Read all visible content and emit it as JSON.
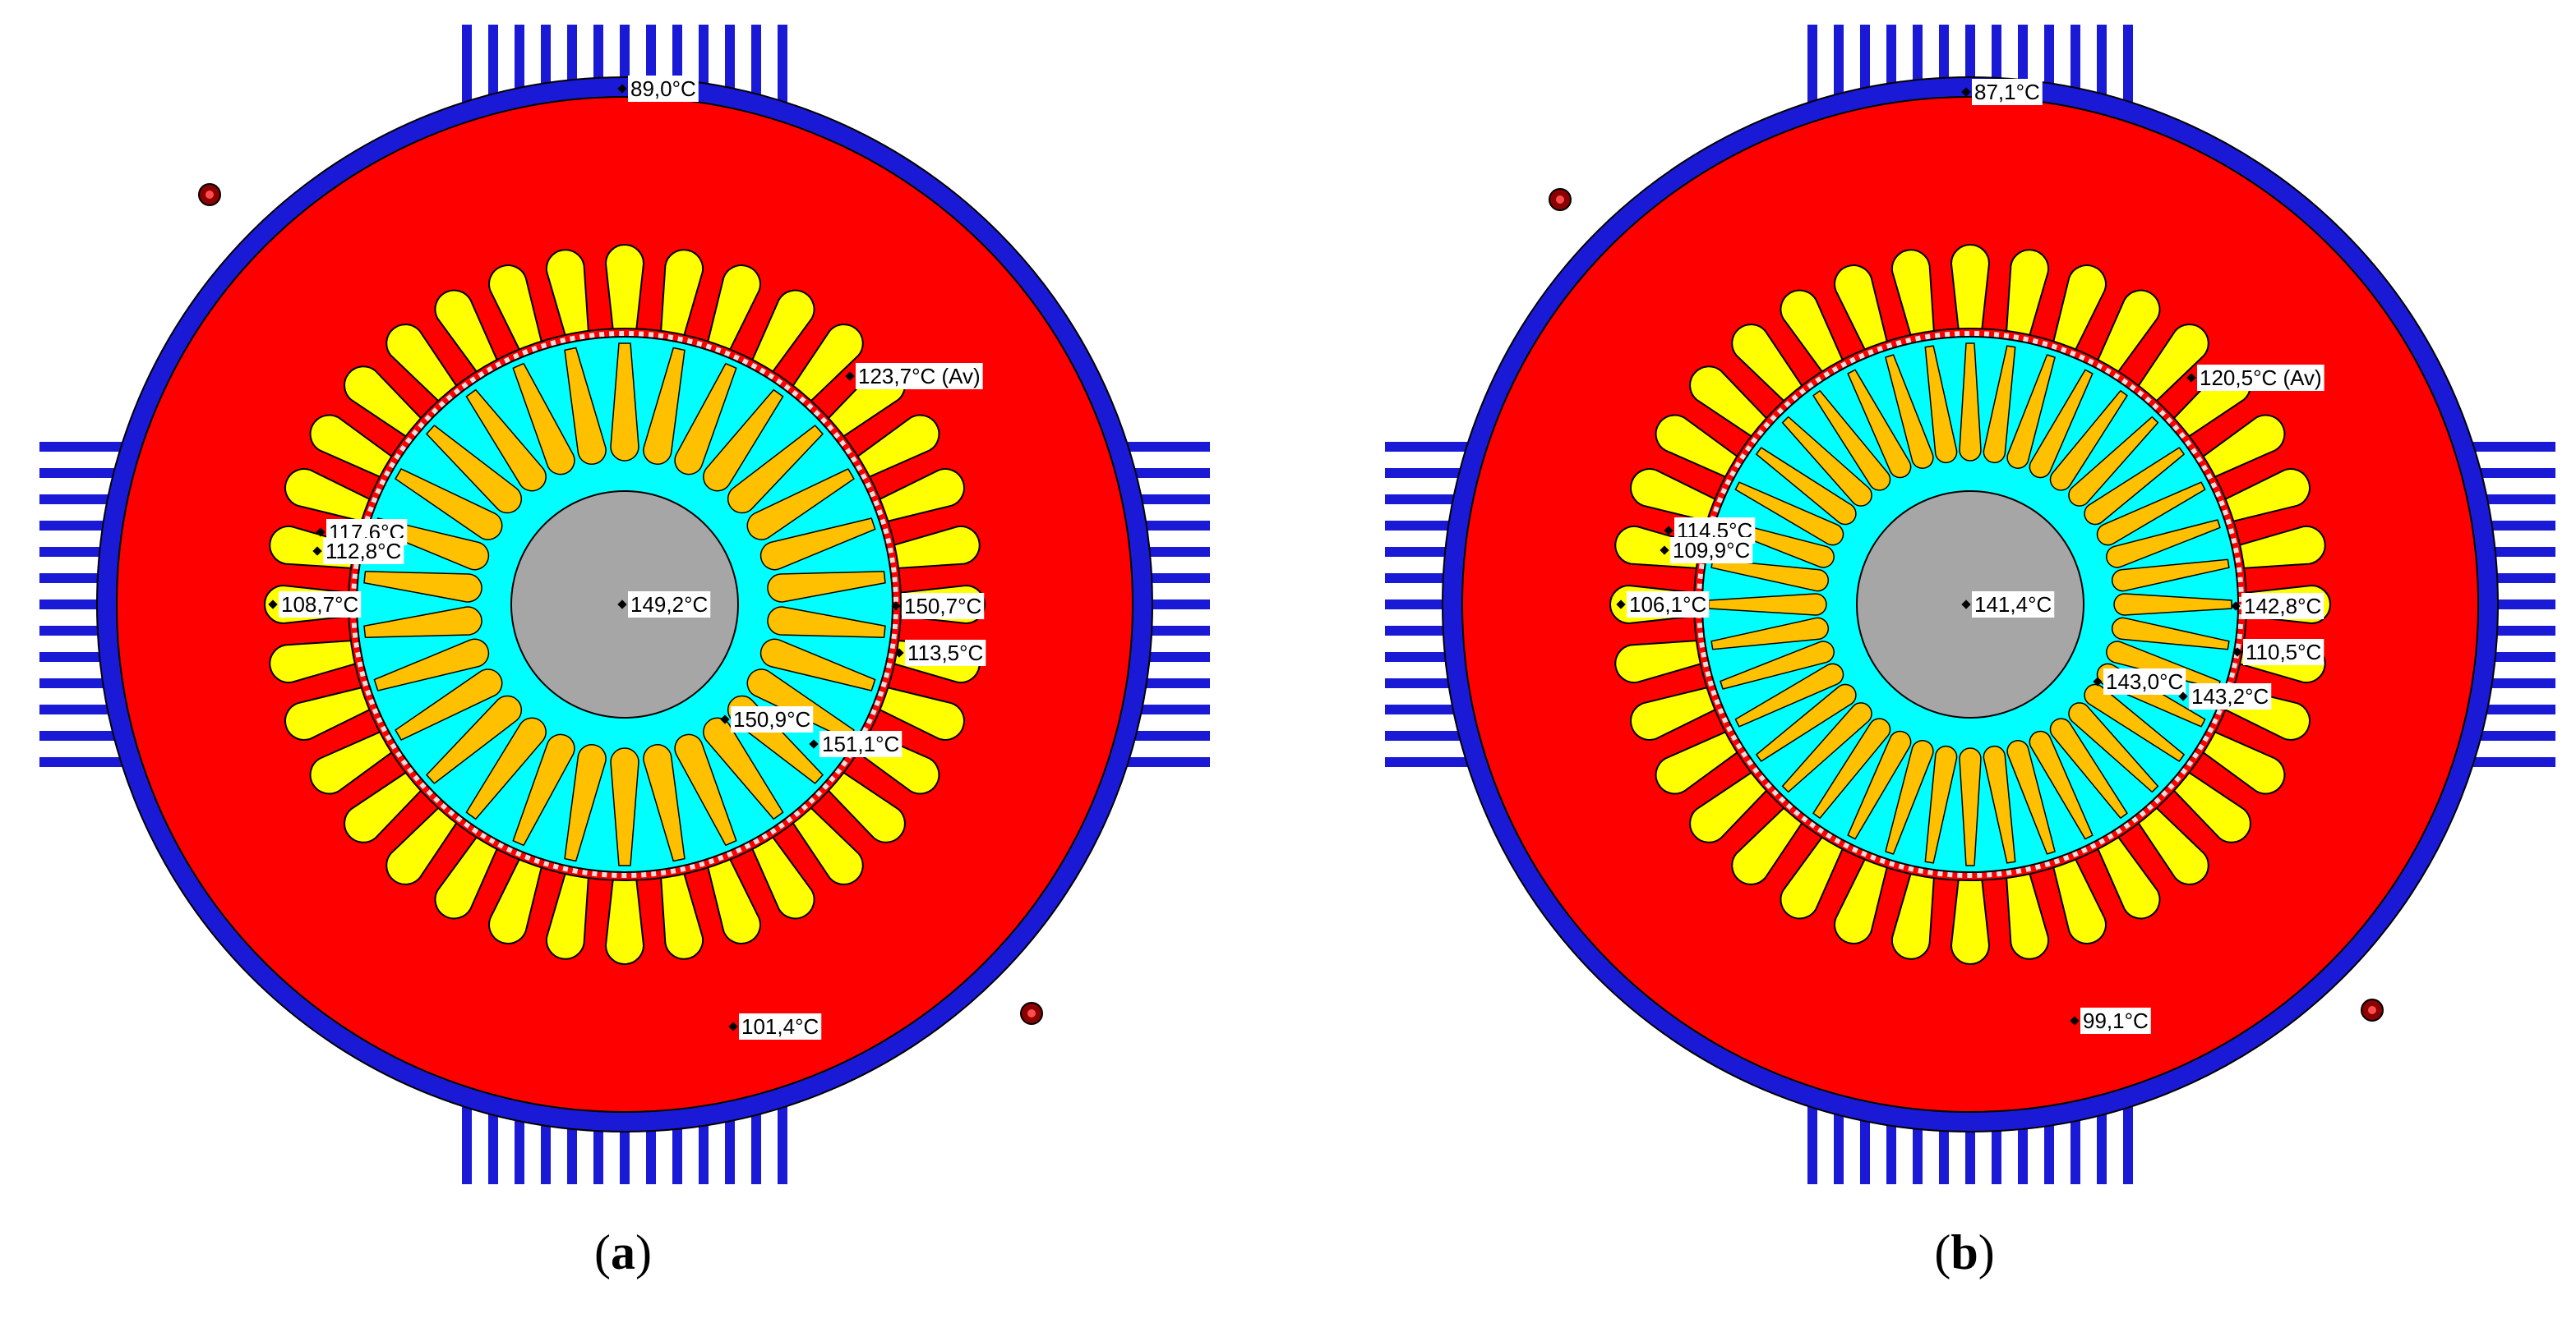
{
  "colors": {
    "housing": "#1a1ad6",
    "stator_lamination": "#ff0000",
    "stator_winding": "#ffff00",
    "rotor_lamination": "#00ffff",
    "rotor_bar": "#ffc000",
    "shaft": "#a6a6a6",
    "outline": "#000000",
    "airgap_teeth": "#e0e0e0"
  },
  "icons": {
    "mount_bolt": "mount-bolt-icon",
    "probe_point": "probe-point-icon"
  },
  "panels": [
    {
      "id": "a",
      "caption_letter": "a",
      "caption_open": "(",
      "caption_close": ")",
      "rotor_bars": 30,
      "labels": [
        {
          "name": "housing-temp",
          "text": "89,0°C"
        },
        {
          "name": "winding-average-temp",
          "text": "123,7°C (Av)"
        },
        {
          "name": "stator-slot-temp-1",
          "text": "117,6°C"
        },
        {
          "name": "stator-slot-temp-2",
          "text": "112,8°C"
        },
        {
          "name": "stator-tooth-temp",
          "text": "108,7°C"
        },
        {
          "name": "shaft-temp",
          "text": "149,2°C"
        },
        {
          "name": "rotor-bar-temp",
          "text": "150,7°C"
        },
        {
          "name": "stator-back-temp",
          "text": "113,5°C"
        },
        {
          "name": "rotor-core-temp",
          "text": "150,9°C"
        },
        {
          "name": "rotor-end-temp",
          "text": "151,1°C"
        },
        {
          "name": "stator-yoke-temp",
          "text": "101,4°C"
        }
      ]
    },
    {
      "id": "b",
      "caption_letter": "b",
      "caption_open": "(",
      "caption_close": ")",
      "rotor_bars": 40,
      "labels": [
        {
          "name": "housing-temp",
          "text": "87,1°C"
        },
        {
          "name": "winding-average-temp",
          "text": "120,5°C (Av)"
        },
        {
          "name": "stator-slot-temp-1",
          "text": "114,5°C"
        },
        {
          "name": "stator-slot-temp-2",
          "text": "109,9°C"
        },
        {
          "name": "stator-tooth-temp",
          "text": "106,1°C"
        },
        {
          "name": "shaft-temp",
          "text": "141,4°C"
        },
        {
          "name": "rotor-bar-temp",
          "text": "142,8°C"
        },
        {
          "name": "stator-back-temp",
          "text": "110,5°C"
        },
        {
          "name": "rotor-core-temp",
          "text": "143,0°C"
        },
        {
          "name": "rotor-end-temp",
          "text": "143,2°C"
        },
        {
          "name": "stator-yoke-temp",
          "text": "99,1°C"
        }
      ]
    }
  ]
}
